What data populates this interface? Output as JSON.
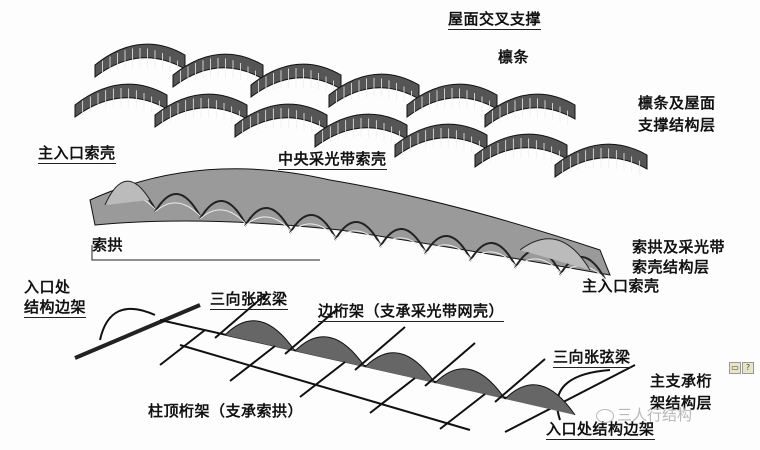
{
  "labels": {
    "roof_cross_bracing": "屋面交叉支撑",
    "purlin": "檩条",
    "purlin_layer_1": "檩条及屋面",
    "purlin_layer_2": "支撑结构层",
    "main_entrance_shell_left": "主入口索壳",
    "central_skylight_shell": "中央采光带索壳",
    "cable_arch": "索拱",
    "cable_arch_layer_1": "索拱及采光带",
    "cable_arch_layer_2": "索壳结构层",
    "main_entrance_shell_right": "主入口索壳",
    "entrance_edge_frame_1": "入口处",
    "entrance_edge_frame_2": "结构边架",
    "tri_beam_left": "三向张弦梁",
    "edge_truss": "边桁架（支承采光带网壳）",
    "tri_beam_right": "三向张弦梁",
    "main_truss_layer_1": "主支承桁",
    "main_truss_layer_2": "架结构层",
    "column_top_truss": "柱顶桁架（支承索拱）",
    "entrance_edge_frame_right": "入口处结构边架"
  },
  "watermark": "三人行结构",
  "mini_buttons": [
    "▭",
    "?"
  ]
}
